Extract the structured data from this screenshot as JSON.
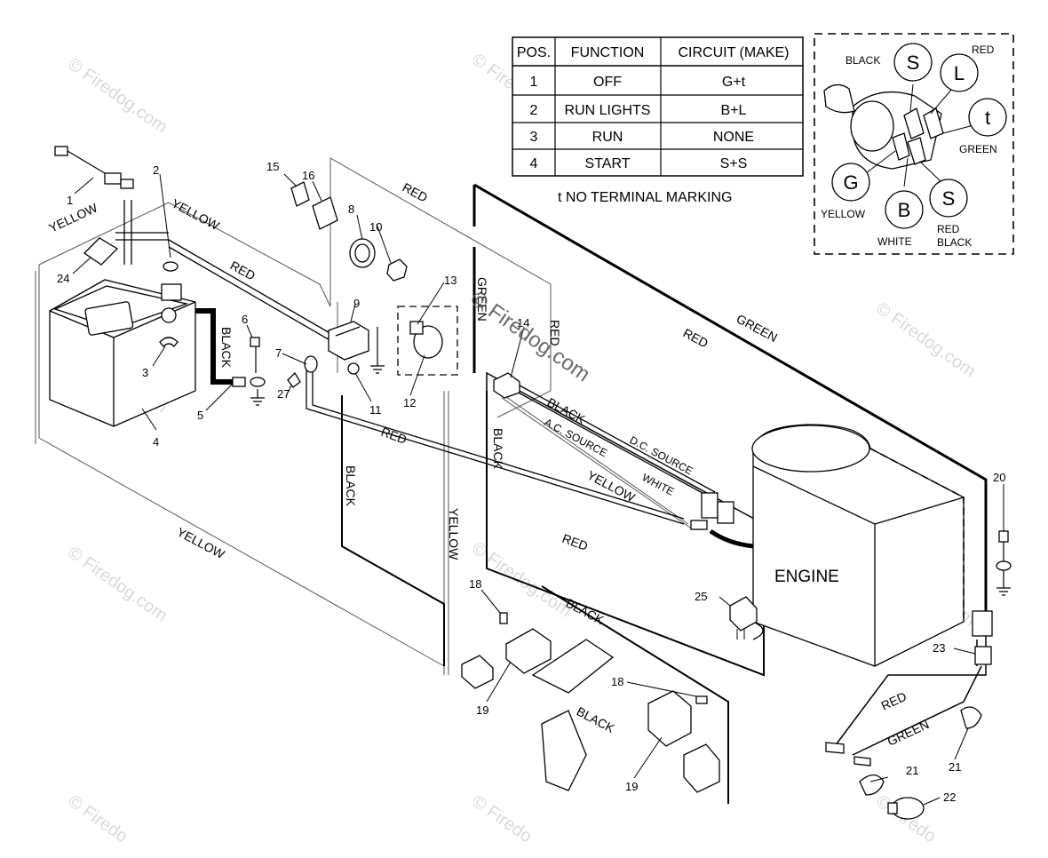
{
  "switch_table": {
    "headers": [
      "POS.",
      "FUNCTION",
      "CIRCUIT  (MAKE)"
    ],
    "rows": [
      [
        "1",
        "OFF",
        "G+t"
      ],
      [
        "2",
        "RUN LIGHTS",
        "B+L"
      ],
      [
        "3",
        "RUN",
        "NONE"
      ],
      [
        "4",
        "START",
        "S+S"
      ]
    ],
    "note": "t  NO TERMINAL MARKING"
  },
  "switch_diagram": {
    "terminals": {
      "s_top": "S",
      "l": "L",
      "t": "t",
      "g": "G",
      "b": "B",
      "s_bottom": "S"
    },
    "labels": {
      "black": "BLACK",
      "red": "RED",
      "green": "GREEN",
      "yellow": "YELLOW",
      "white": "WHITE",
      "red_black_1": "RED",
      "red_black_2": "BLACK"
    }
  },
  "wire_labels": {
    "yellow_1": "YELLOW",
    "yellow_2": "YELLOW",
    "yellow_3": "YELLOW",
    "yellow_4": "YELLOW",
    "yellow_5": "YELLOW",
    "red_1": "RED",
    "red_2": "RED",
    "red_3": "RED",
    "red_4": "RED",
    "red_5": "RED",
    "red_6": "RED",
    "red_7": "RED",
    "green_1": "GREEN",
    "green_2": "GREEN",
    "green_3": "GREEN",
    "black_1": "BLACK",
    "black_2": "BLACK",
    "black_3": "BLACK",
    "black_4": "BLACK",
    "black_5": "BLACK",
    "black_6": "BLACK",
    "white": "WHITE",
    "dc_source": "D.C. SOURCE",
    "ac_source": "A.C. SOURCE"
  },
  "engine_label": "ENGINE",
  "part_numbers": {
    "p1": "1",
    "p2": "2",
    "p3": "3",
    "p4": "4",
    "p5": "5",
    "p6": "6",
    "p7": "7",
    "p8": "8",
    "p9": "9",
    "p10": "10",
    "p11": "11",
    "p12": "12",
    "p13": "13",
    "p14": "14",
    "p15": "15",
    "p16": "16",
    "p18a": "18",
    "p18b": "18",
    "p19a": "19",
    "p19b": "19",
    "p20": "20",
    "p21a": "21",
    "p21b": "21",
    "p22": "22",
    "p23": "23",
    "p24": "24",
    "p25": "25",
    "p27": "27"
  },
  "watermark": {
    "center": "© Firedog.com",
    "repeat": "© Firedog.com",
    "partial": "© Firedo"
  }
}
